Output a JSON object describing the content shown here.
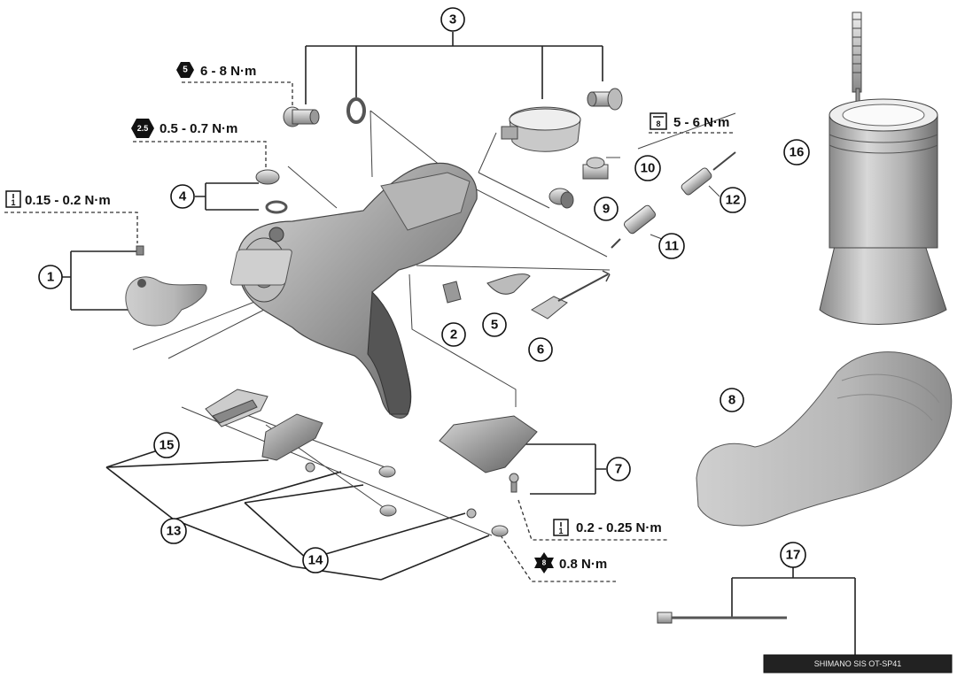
{
  "callouts": {
    "c1": "1",
    "c2": "2",
    "c3": "3",
    "c4": "4",
    "c5": "5",
    "c6": "6",
    "c7": "7",
    "c8": "8",
    "c9": "9",
    "c10": "10",
    "c11": "11",
    "c12": "12",
    "c13": "13",
    "c14": "14",
    "c15": "15",
    "c16": "16",
    "c17": "17"
  },
  "torque": {
    "t_6_8": "6 - 8 N·m",
    "t_05_07": "0.5 - 0.7 N·m",
    "t_015_02": "0.15 - 0.2 N·m",
    "t_5_6": "5 - 6 N·m",
    "t_02_025": "0.2 - 0.25 N·m",
    "t_08": "0.8 N·m"
  },
  "tool_icons": {
    "hex5": "5",
    "hex25": "2.5",
    "phillips1a": "1",
    "phillips1b": "1",
    "wrench8": "8",
    "torx8": "8"
  },
  "cable_print": "SHIMANO SIS OT-SP41",
  "colors": {
    "part_light": "#d6d6d6",
    "part_mid": "#a9a9a9",
    "part_dark": "#6e6e6e",
    "line": "#222222"
  }
}
